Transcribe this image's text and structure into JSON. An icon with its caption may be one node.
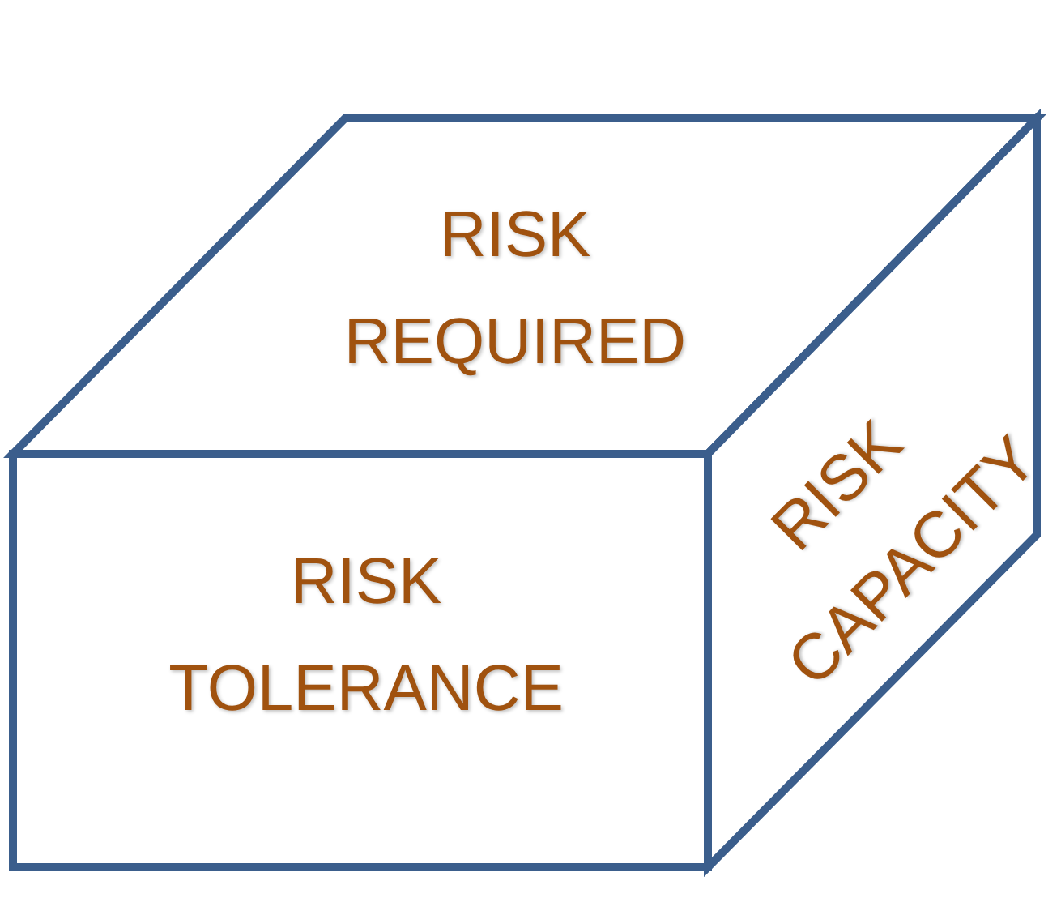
{
  "diagram": {
    "nodes": [
      {
        "text": [
          "RISK REQUIRED"
        ]
      },
      {
        "text": [
          "RISK TOLERANCE"
        ]
      },
      {
        "text": [
          "RISK CAPACITY"
        ]
      }
    ]
  }
}
